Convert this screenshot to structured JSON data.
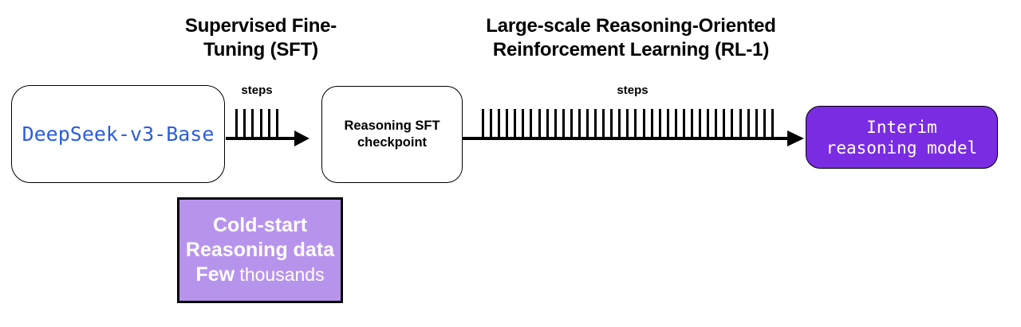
{
  "diagram": {
    "background_color": "#ffffff",
    "phase_labels": [
      {
        "line1": "Supervised Fine-",
        "line2": "Tuning (SFT)"
      },
      {
        "line1": "Large-scale Reasoning-Oriented",
        "line2": "Reinforcement Learning (RL-1)"
      }
    ],
    "nodes": {
      "base_model": {
        "label": "DeepSeek-v3-Base",
        "text_color": "#2b5ce0",
        "fill": "#ffffff",
        "border_color": "#000000"
      },
      "sft_checkpoint": {
        "line1": "Reasoning SFT",
        "line2": "checkpoint",
        "text_color": "#000000",
        "fill": "#ffffff",
        "border_color": "#000000"
      },
      "interim_model": {
        "line1": "Interim",
        "line2": "reasoning model",
        "text_color": "#ffffff",
        "fill": "#7a2ce2",
        "border_color": "#000000"
      },
      "cold_start_data": {
        "line1": "Cold-start",
        "line2": "Reasoning data",
        "line3_bold": "Few",
        "line3_regular": " thousands",
        "text_color": "#ffffff",
        "fill": "#b794ec",
        "border_color": "#000000"
      }
    },
    "arrows": [
      {
        "label": "steps",
        "tick_count": 6,
        "color": "#000000"
      },
      {
        "label": "steps",
        "tick_count": 37,
        "color": "#000000"
      }
    ]
  }
}
